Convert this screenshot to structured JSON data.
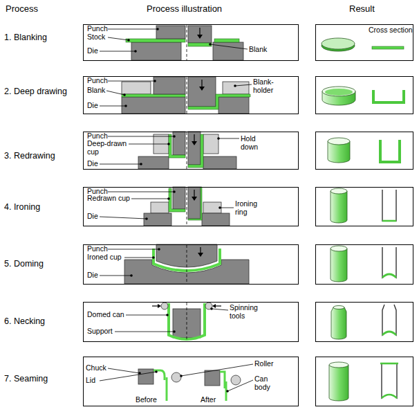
{
  "diagram": {
    "nodes": [
      {
        "text": [
          "Punch",
          "Stock",
          "Die",
          "Blank"
        ]
      },
      {
        "text": [
          "Cross section"
        ]
      },
      {
        "text": [
          "Punch",
          "Blank",
          "Die",
          "Blank-holder"
        ]
      },
      {
        "text": [
          "Punch",
          "Deep-drawn cup",
          "Die",
          "Hold down"
        ]
      },
      {
        "text": [
          "Punch",
          "Redrawn cup",
          "Die",
          "Ironing ring"
        ]
      },
      {
        "text": [
          "Punch",
          "Ironed cup",
          "Die"
        ]
      },
      {
        "text": [
          "Domed can",
          "Support",
          "Spinning tools"
        ]
      },
      {
        "text": [
          "Chuck",
          "Lid",
          "Before",
          "After",
          "Roller",
          "Can body"
        ]
      }
    ],
    "labels": [
      "Process",
      "Process illustration",
      "Result",
      "1. Blanking",
      "2. Deep drawing",
      "3. Redrawing",
      "4. Ironing",
      "5. Doming",
      "6. Necking",
      "7. Seaming"
    ]
  }
}
